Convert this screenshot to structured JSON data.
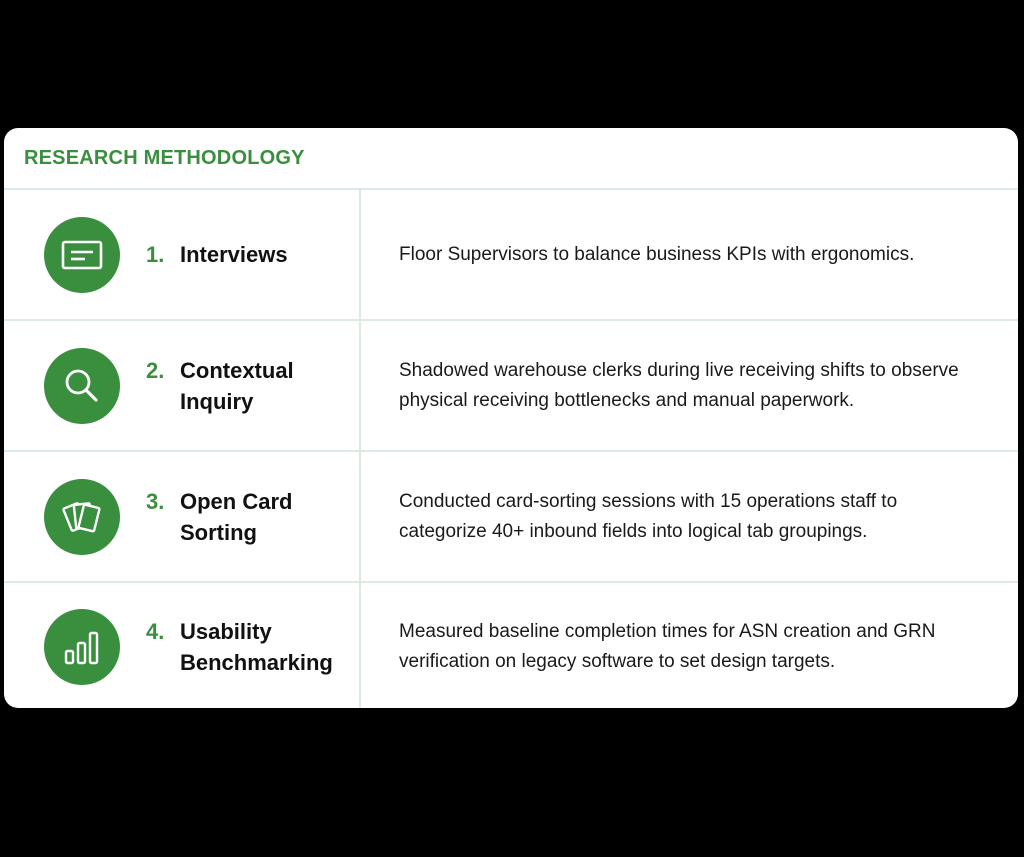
{
  "header": {
    "title": "RESEARCH METHODOLOGY"
  },
  "colors": {
    "accent": "#3a8f3e",
    "divider": "#dcebdf",
    "text": "#111111"
  },
  "methods": [
    {
      "number": "1.",
      "name": "Interviews",
      "icon": "document-icon",
      "description": "Floor Supervisors to balance business KPIs with ergonomics."
    },
    {
      "number": "2.",
      "name": "Contextual Inquiry",
      "icon": "search-icon",
      "description": "Shadowed warehouse clerks during live receiving shifts to observe physical receiving bottlenecks and manual paperwork."
    },
    {
      "number": "3.",
      "name": "Open Card Sorting",
      "icon": "cards-icon",
      "description": "Conducted card-sorting sessions with 15 operations staff to categorize 40+ inbound fields into logical tab groupings."
    },
    {
      "number": "4.",
      "name": "Usability Benchmarking",
      "icon": "bar-chart-icon",
      "description": "Measured baseline completion times for ASN creation and GRN verification on legacy software to set design targets."
    }
  ]
}
